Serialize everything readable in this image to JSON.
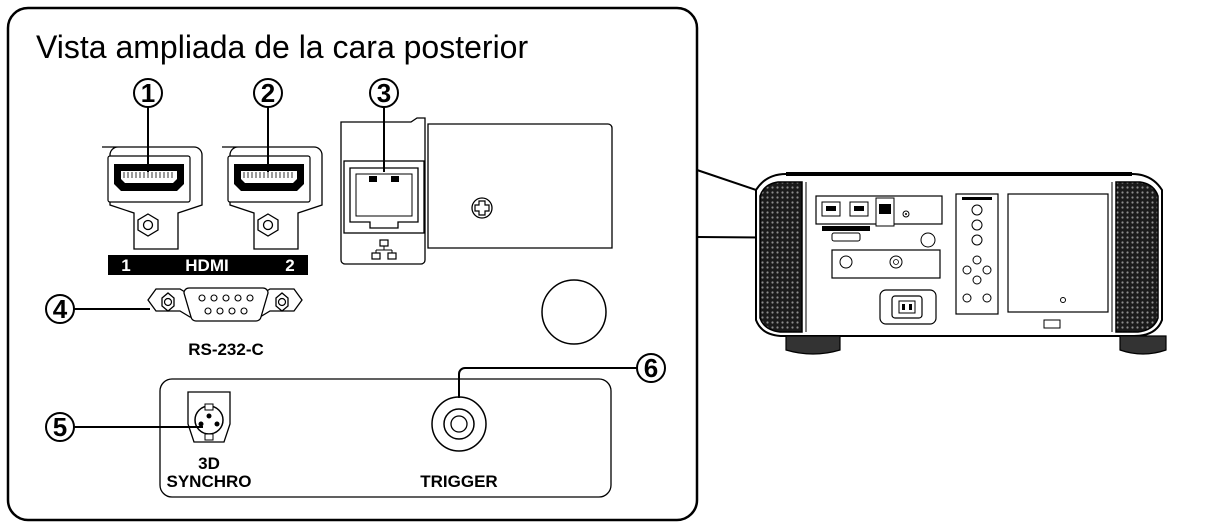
{
  "title": "Vista ampliada de la cara posterior",
  "callouts": {
    "c1": "1",
    "c2": "2",
    "c3": "3",
    "c4": "4",
    "c5": "5",
    "c6": "6"
  },
  "labels": {
    "hdmi_1": "1",
    "hdmi": "HDMI",
    "hdmi_2": "2",
    "rs232c": "RS-232-C",
    "synchro_line1": "3D",
    "synchro_line2": "SYNCHRO",
    "trigger": "TRIGGER"
  }
}
